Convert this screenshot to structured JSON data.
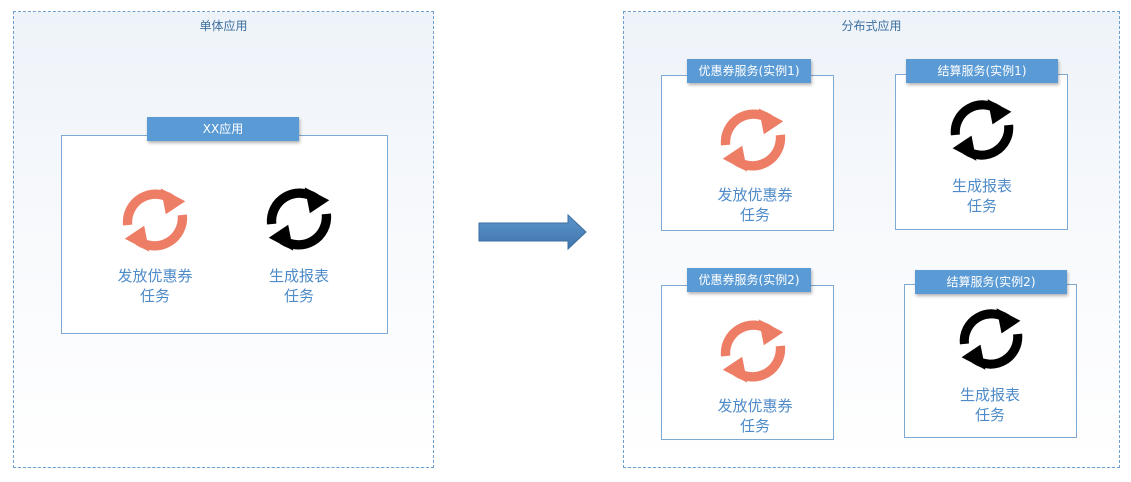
{
  "monolith": {
    "title": "单体应用",
    "app_name": "XX应用",
    "tasks": [
      {
        "label_line1": "发放优惠券",
        "label_line2": "任务",
        "icon": "refresh-orange-icon"
      },
      {
        "label_line1": "生成报表",
        "label_line2": "任务",
        "icon": "refresh-black-icon"
      }
    ]
  },
  "distributed": {
    "title": "分布式应用",
    "services": [
      {
        "name": "优惠券服务(实例1)",
        "label_line1": "发放优惠券",
        "label_line2": "任务",
        "icon": "refresh-orange-icon"
      },
      {
        "name": "结算服务(实例1)",
        "label_line1": "生成报表",
        "label_line2": "任务",
        "icon": "refresh-black-icon"
      },
      {
        "name": "优惠券服务(实例2)",
        "label_line1": "发放优惠券",
        "label_line2": "任务",
        "icon": "refresh-orange-icon"
      },
      {
        "name": "结算服务(实例2)",
        "label_line1": "生成报表",
        "label_line2": "任务",
        "icon": "refresh-black-icon"
      }
    ]
  },
  "colors": {
    "orange_icon": "#ee7d66",
    "black_icon": "#000000",
    "tag_bg": "#5b9bd5",
    "label_text": "#4f8bc8",
    "arrow": "#4a7fb5"
  }
}
